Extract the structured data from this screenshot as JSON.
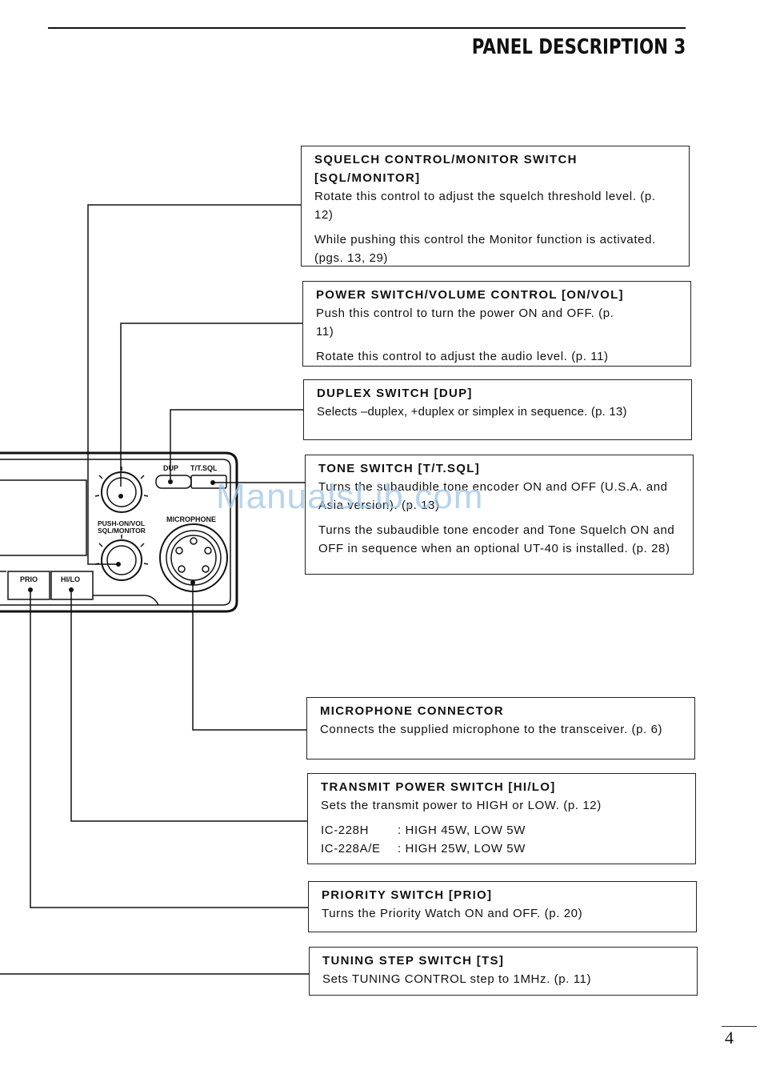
{
  "header": {
    "title": "PANEL DESCRIPTION 3"
  },
  "watermark": "ManualsLib.com",
  "panel_labels": {
    "dup": "DUP",
    "tsql": "T/T.SQL",
    "microphone": "MICROPHONE",
    "push_on_vol": "PUSH-ON/VOL",
    "sql_monitor": "SQL/MONITOR",
    "prio": "PRIO",
    "hilo": "HI/LO"
  },
  "boxes": {
    "squelch": {
      "title": "SQUELCH CONTROL/MONITOR SWITCH [SQL/MONITOR]",
      "p1": "Rotate this control to adjust the squelch threshold level. (p. 12)",
      "p2": "While pushing this control the Monitor function is activated. (pgs. 13, 29)"
    },
    "power": {
      "title": "POWER SWITCH/VOLUME CONTROL [ON/VOL]",
      "p1": "Push this control to turn the power ON and OFF. (p. 11)",
      "p2": "Rotate this control to adjust the audio level. (p. 11)"
    },
    "duplex": {
      "title": "DUPLEX SWITCH [DUP]",
      "p1": "Selects –duplex, +duplex or simplex in sequence. (p. 13)"
    },
    "tone": {
      "title": "TONE SWITCH [T/T.SQL]",
      "p1": "Turns the subaudible tone encoder ON and OFF (U.S.A. and Asia version). (p. 13)",
      "p2": "Turns the subaudible tone encoder and Tone Squelch ON and OFF in sequence when an optional UT-40 is installed. (p. 28)"
    },
    "microphone": {
      "title": "MICROPHONE CONNECTOR",
      "p1": "Connects the supplied microphone to the transceiver. (p. 6)"
    },
    "transmit": {
      "title": "TRANSMIT POWER SWITCH [HI/LO]",
      "p1": "Sets the transmit power to HIGH or LOW. (p. 12)",
      "specs": [
        {
          "model": "IC-228H",
          "value": ": HIGH 45W, LOW 5W"
        },
        {
          "model": "IC-228A/E",
          "value": ": HIGH 25W, LOW 5W"
        }
      ]
    },
    "priority": {
      "title": "PRIORITY SWITCH [PRIO]",
      "p1": "Turns the Priority Watch ON and OFF. (p. 20)"
    },
    "tuning": {
      "title": "TUNING STEP SWITCH [TS]",
      "p1": "Sets TUNING CONTROL step to 1MHz. (p. 11)"
    }
  },
  "page_number": "4"
}
